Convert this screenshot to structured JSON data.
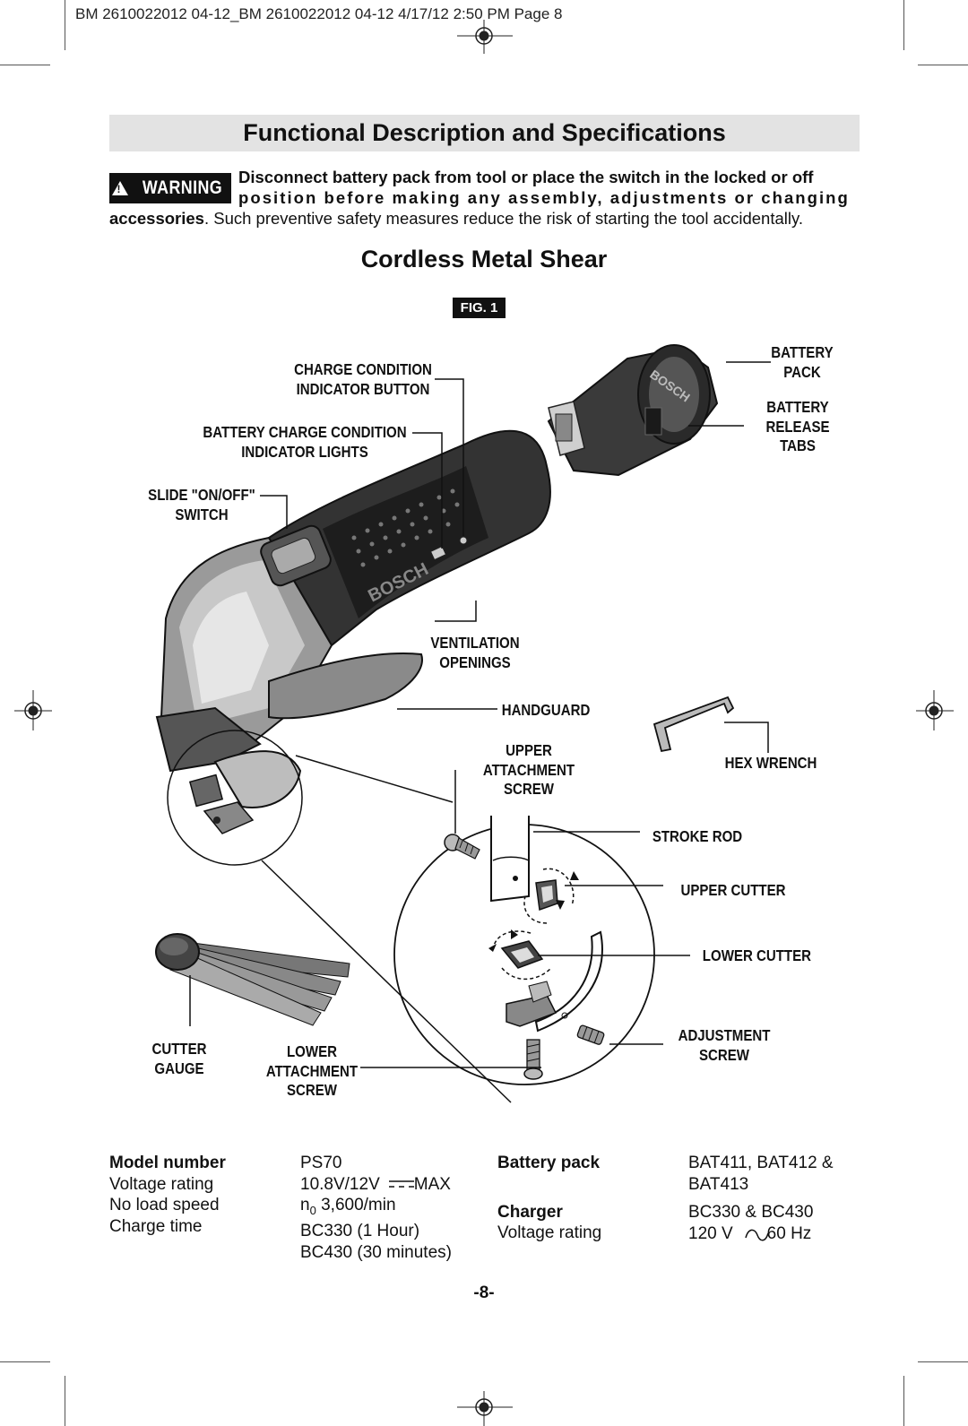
{
  "print_header": "BM 2610022012 04-12_BM 2610022012 04-12  4/17/12  2:50 PM  Page 8",
  "title": "Functional Description and Specifications",
  "warning": {
    "badge": "WARNING",
    "line1": "Disconnect battery pack from tool or place the switch in the locked or off",
    "line2": "position before making any assembly, adjustments or changing",
    "line3_bold": "accessories",
    "line3_rest": ". Such preventive safety measures reduce the risk of starting the tool accidentally."
  },
  "subtitle": "Cordless Metal Shear",
  "figure": {
    "badge": "FIG. 1",
    "labels": {
      "charge_button_1": "CHARGE CONDITION",
      "charge_button_2": "INDICATOR BUTTON",
      "charge_lights_1": "BATTERY CHARGE CONDITION",
      "charge_lights_2": "INDICATOR LIGHTS",
      "switch_1": "SLIDE \"ON/OFF\"",
      "switch_2": "SWITCH",
      "battery_pack_1": "BATTERY",
      "battery_pack_2": "PACK",
      "release_tabs_1": "BATTERY",
      "release_tabs_2": "RELEASE",
      "release_tabs_3": "TABS",
      "ventilation_1": "VENTILATION",
      "ventilation_2": "OPENINGS",
      "handguard": "HANDGUARD",
      "upper_screw_1": "UPPER",
      "upper_screw_2": "ATTACHMENT",
      "upper_screw_3": "SCREW",
      "hex_wrench": "HEX WRENCH",
      "stroke_rod": "STROKE ROD",
      "upper_cutter": "UPPER CUTTER",
      "lower_cutter": "LOWER CUTTER",
      "adjustment_screw_1": "ADJUSTMENT",
      "adjustment_screw_2": "SCREW",
      "cutter_gauge_1": "CUTTER",
      "cutter_gauge_2": "GAUGE",
      "lower_screw_1": "LOWER",
      "lower_screw_2": "ATTACHMENT",
      "lower_screw_3": "SCREW",
      "brand_on_tool": "BOSCH"
    }
  },
  "specs": {
    "left": [
      {
        "label": "Model number",
        "value": "PS70",
        "bold": true
      },
      {
        "label": "Voltage rating",
        "value": "10.8V/12V",
        "value_suffix": "MAX"
      },
      {
        "label": "No load speed",
        "value_prefix": "n",
        "value_sub": "0",
        "value": "3,600/min"
      },
      {
        "label": "Charge time",
        "value": "BC330 (1 Hour)"
      },
      {
        "label": "",
        "value": "BC430 (30 minutes)"
      }
    ],
    "right": {
      "battery_label": "Battery pack",
      "battery_value_1": "BAT411, BAT412 &",
      "battery_value_2": "BAT413",
      "charger_label": "Charger",
      "charger_value": "BC330 & BC430",
      "voltage_label": "Voltage rating",
      "voltage_value_a": "120 V",
      "voltage_value_b": "60 Hz"
    }
  },
  "page_number": "-8-"
}
